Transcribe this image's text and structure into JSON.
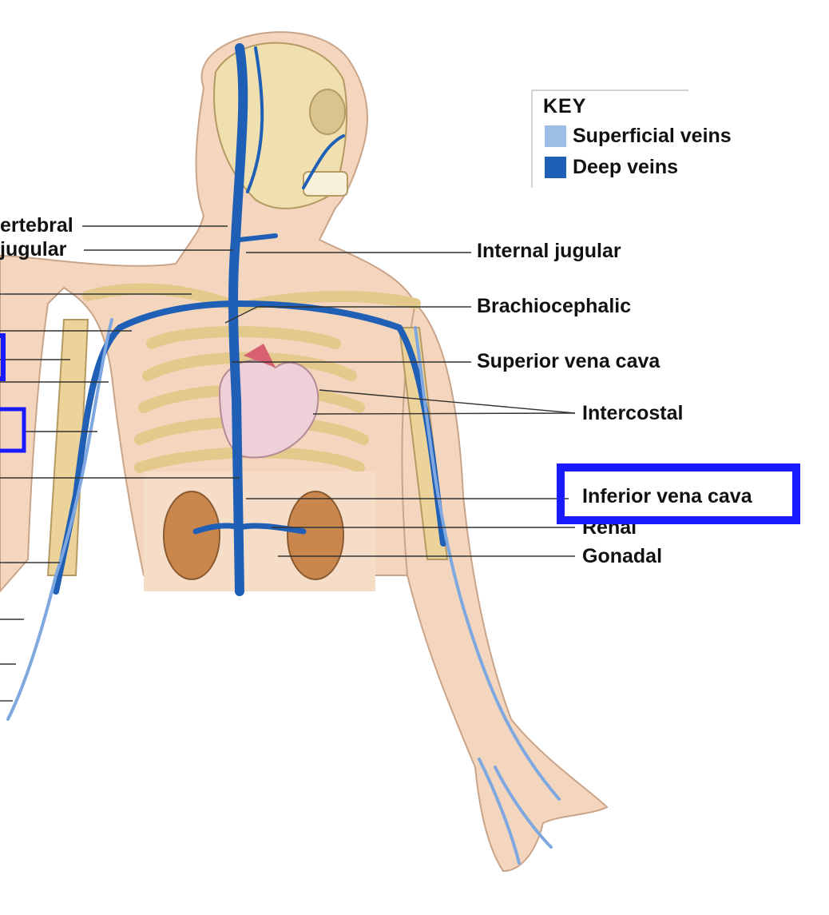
{
  "key": {
    "title": "KEY",
    "items": [
      {
        "label": "Superficial veins",
        "color": "#9bbde6"
      },
      {
        "label": "Deep veins",
        "color": "#1f5fb5"
      }
    ]
  },
  "labels_right": [
    "Internal jugular",
    "Brachiocephalic",
    "Superior vena cava",
    "Intercostal",
    "Inferior vena cava",
    "Renal",
    "Gonadal"
  ],
  "labels_left_partial": [
    "ertebral",
    "jugular"
  ],
  "highlight": {
    "label": "Inferior vena cava",
    "color": "#1a1aff"
  },
  "colors": {
    "deep_vein": "#1f5fb5",
    "superficial_vein": "#7fa8e0",
    "skin": "#f3d6bd",
    "bone": "#ecd39a"
  }
}
